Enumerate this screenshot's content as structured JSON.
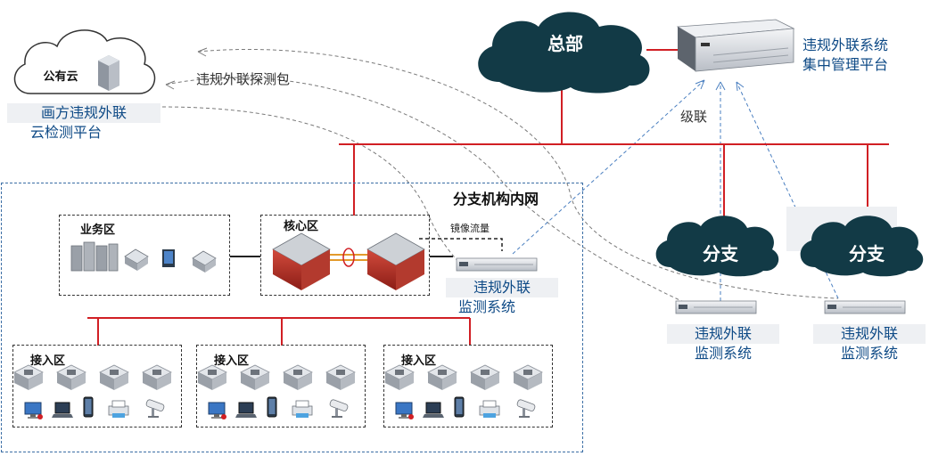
{
  "public_cloud": {
    "label": "公有云"
  },
  "cloud_platform": {
    "line1": "画方违规外联",
    "line2": "云检测平台"
  },
  "probe_packet": {
    "label": "违规外联探测包"
  },
  "hq": {
    "label": "总部"
  },
  "central_platform": {
    "line1": "违规外联系统",
    "line2": "集中管理平台"
  },
  "cascade": {
    "label": "级联"
  },
  "branch_network": {
    "title": "分支机构内网"
  },
  "business_zone": {
    "title": "业务区"
  },
  "core_zone": {
    "title": "核心区"
  },
  "mirror": {
    "label": "镜像流量"
  },
  "branch_monitor": {
    "line1": "违规外联",
    "line2": "监测系统"
  },
  "access_zones": [
    {
      "title": "接入区"
    },
    {
      "title": "接入区"
    },
    {
      "title": "接入区"
    }
  ],
  "branch1": {
    "label": "分支",
    "monitor_line1": "违规外联",
    "monitor_line2": "监测系统"
  },
  "branch2": {
    "label": "分支",
    "monitor_line1": "违规外联",
    "monitor_line2": "监测系统"
  },
  "colors": {
    "link": "#d11f24",
    "cloud": "#123a46",
    "label_text": "#0e4a86",
    "dashed_probe": "#7a7a7a",
    "dashed_cascade": "#4a7fc0"
  }
}
